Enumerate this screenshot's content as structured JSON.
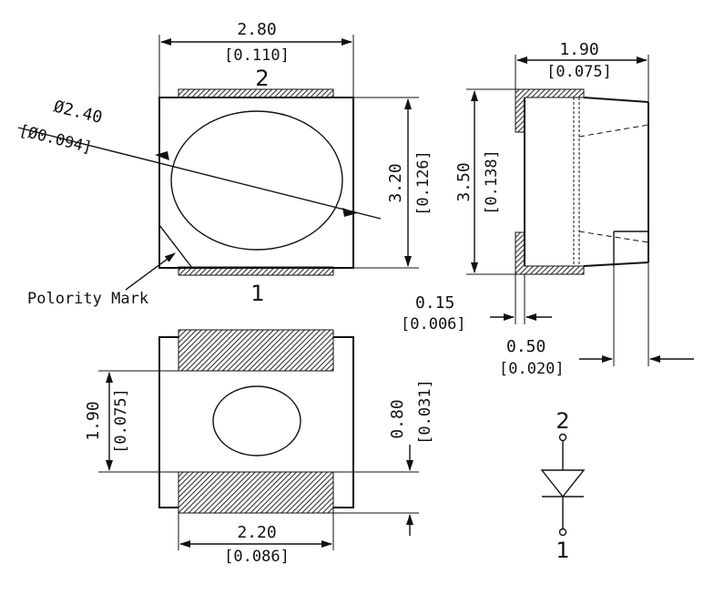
{
  "top_view": {
    "width": "2.80",
    "width_in": "[0.110]",
    "height": "3.20",
    "height_in": "[0.126]",
    "dia": "Ø2.40",
    "dia_in": "[Ø0.094]",
    "pin_top": "2",
    "pin_bottom": "1",
    "polarity": "Polority Mark"
  },
  "side_view": {
    "width": "1.90",
    "width_in": "[0.075]",
    "height": "3.50",
    "height_in": "[0.138]",
    "gap": "0.15",
    "gap_in": "[0.006]",
    "lead": "0.50",
    "lead_in": "[0.020]"
  },
  "bottom_view": {
    "pad_span": "1.90",
    "pad_span_in": "[0.075]",
    "pad_h": "0.80",
    "pad_h_in": "[0.031]",
    "pad_w": "2.20",
    "pad_w_in": "[0.086]"
  },
  "symbol": {
    "anode": "2",
    "cathode": "1"
  },
  "colors": {
    "line": "#111111",
    "background": "#ffffff"
  }
}
